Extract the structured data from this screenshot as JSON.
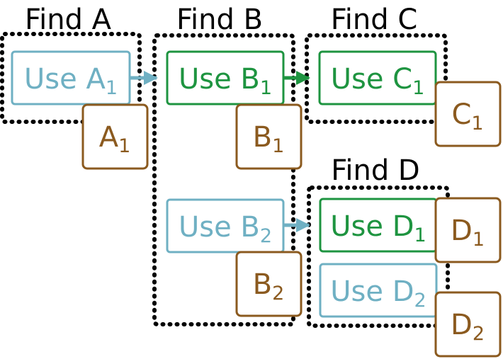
{
  "colors": {
    "teal": "#6fb0c3",
    "green": "#1e9440",
    "brown": "#8b5a1f",
    "black": "#000000"
  },
  "groups": [
    {
      "id": "a",
      "label": "Find A"
    },
    {
      "id": "b",
      "label": "Find B"
    },
    {
      "id": "c",
      "label": "Find C"
    },
    {
      "id": "d",
      "label": "Find D"
    }
  ],
  "uses": [
    {
      "id": "a1",
      "text": "Use A",
      "sub": "1",
      "color": "teal"
    },
    {
      "id": "b1",
      "text": "Use B",
      "sub": "1",
      "color": "green"
    },
    {
      "id": "b2",
      "text": "Use B",
      "sub": "2",
      "color": "teal"
    },
    {
      "id": "c1",
      "text": "Use C",
      "sub": "1",
      "color": "green"
    },
    {
      "id": "d1",
      "text": "Use D",
      "sub": "1",
      "color": "green"
    },
    {
      "id": "d2",
      "text": "Use D",
      "sub": "2",
      "color": "teal"
    }
  ],
  "results": [
    {
      "id": "a1",
      "text": "A",
      "sub": "1"
    },
    {
      "id": "b1",
      "text": "B",
      "sub": "1"
    },
    {
      "id": "b2",
      "text": "B",
      "sub": "2"
    },
    {
      "id": "c1",
      "text": "C",
      "sub": "1"
    },
    {
      "id": "d1",
      "text": "D",
      "sub": "1"
    },
    {
      "id": "d2",
      "text": "D",
      "sub": "2"
    }
  ],
  "arrows": [
    {
      "from": "a1",
      "to": "b1",
      "color": "teal"
    },
    {
      "from": "b1",
      "to": "c1",
      "color": "green"
    },
    {
      "from": "b2",
      "to": "d1",
      "color": "teal"
    }
  ]
}
